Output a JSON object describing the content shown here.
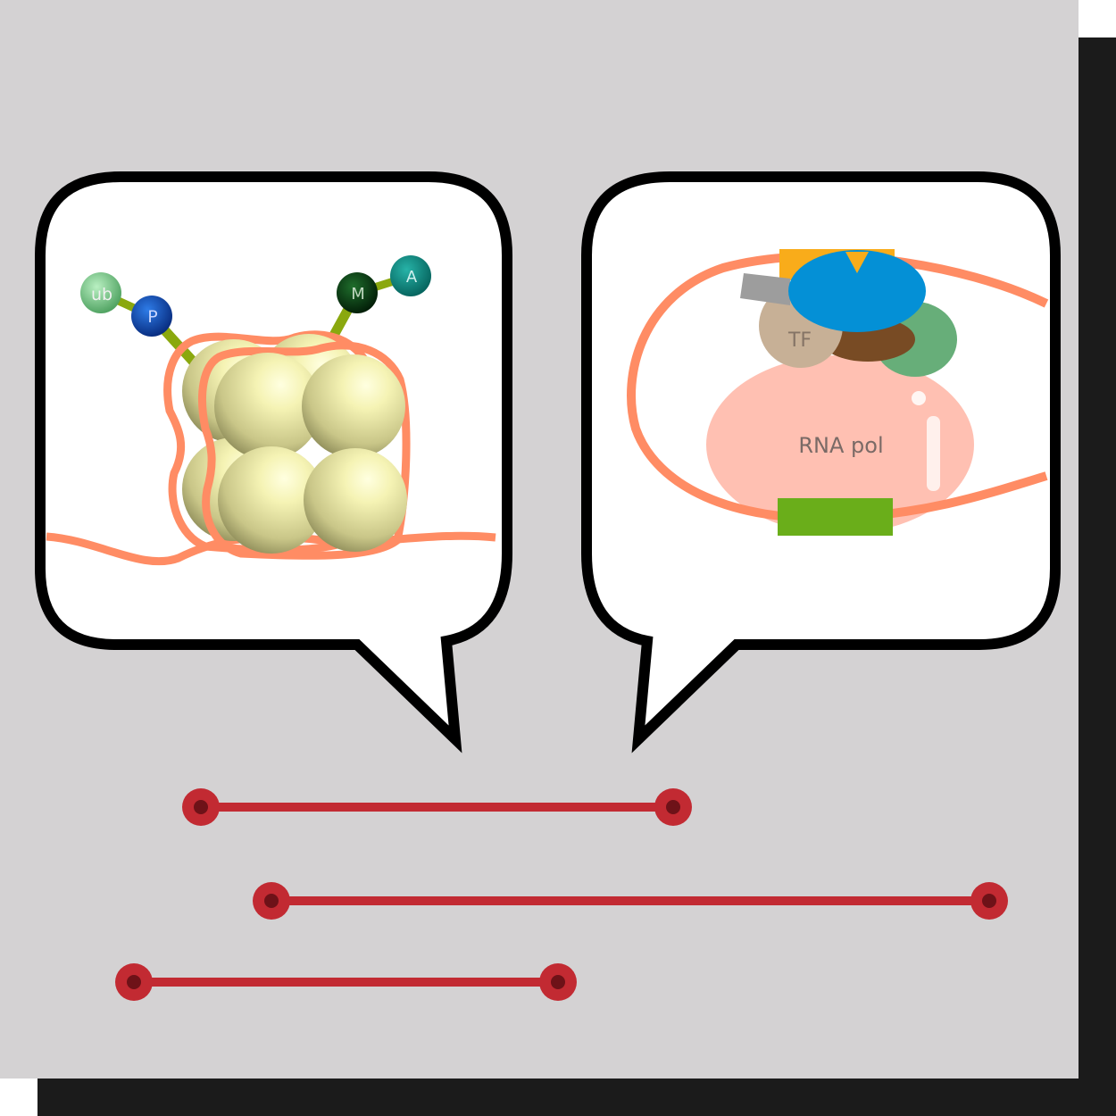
{
  "colors": {
    "page_background": "#ffffff",
    "panel_background": "#d4d2d3",
    "panel_shadow": "#1b1b1b",
    "bubble_fill": "#ffffff",
    "bubble_outline": "#000000",
    "dna_strand": "#ff8c64",
    "histone_bead": "#e8e6a2",
    "histone_tail": "#8aa80e",
    "connector_line": "#c22a32",
    "connector_end": "#6e1218",
    "rna_pol": "#ffc0b2",
    "tf": "#c7b096",
    "blue_factor": "#0490d6",
    "yellow_factor": "#f9ac1a",
    "grey_factor": "#9d9d9d",
    "brown_factor": "#784b24",
    "green_factor": "#67ae79",
    "promoter_box": "#6aae1a"
  },
  "nucleosome_panel": {
    "modifications": [
      {
        "label": "ub",
        "color": "#69bf7c",
        "label_color": "#f0f0f0"
      },
      {
        "label": "P",
        "color": "#0a43b0",
        "label_color": "#c8d6ff"
      },
      {
        "label": "M",
        "color": "#043a10",
        "label_color": "#c0d8c0"
      },
      {
        "label": "A",
        "color": "#0a8a82",
        "label_color": "#d0f0ee"
      }
    ]
  },
  "transcription_panel": {
    "tf_label": "TF",
    "rna_pol_label": "RNA pol"
  },
  "connectors_count": 3
}
